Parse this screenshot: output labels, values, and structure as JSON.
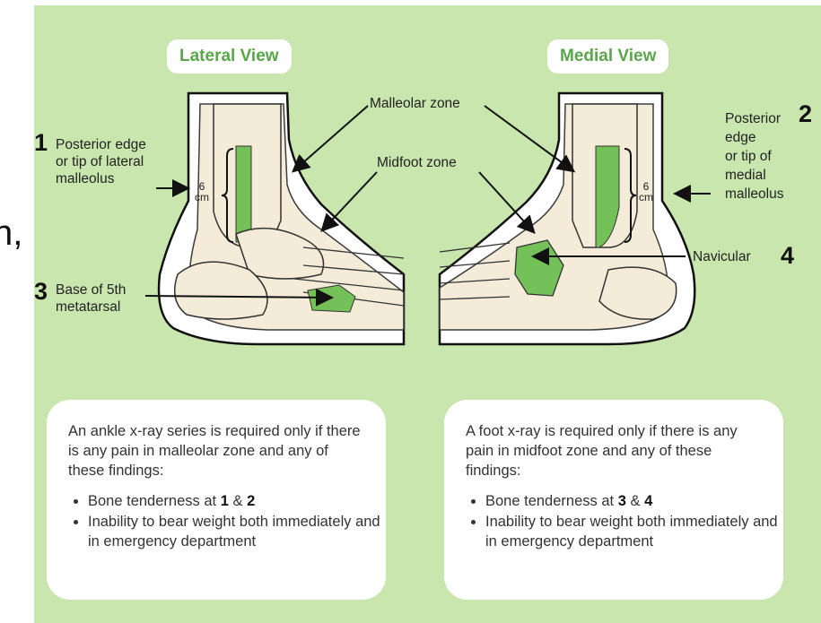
{
  "clipped_text": "n,",
  "views": {
    "lateral": "Lateral View",
    "medial": "Medial View"
  },
  "labels": {
    "malleolar_zone": "Malleolar zone",
    "midfoot_zone": "Midfoot zone",
    "six_cm": "6",
    "cm": "cm",
    "p1": {
      "number": "1",
      "text_lines": [
        "Posterior edge",
        "or tip of lateral",
        "malleolus"
      ]
    },
    "p2": {
      "number": "2",
      "text_lines": [
        "Posterior",
        "edge",
        "or tip of",
        "medial",
        "malleolus"
      ]
    },
    "p3": {
      "number": "3",
      "text_lines": [
        "Base of 5th",
        "metatarsal"
      ]
    },
    "p4": {
      "number": "4",
      "text": "Navicular"
    }
  },
  "ankle_box": {
    "intro": "An ankle x-ray series is required only if there is any pain in malleolar zone and any of these findings:",
    "bullet1_prefix": "Bone tenderness at ",
    "bullet1_a": "1",
    "bullet1_amp": " & ",
    "bullet1_b": "2",
    "bullet2": "Inability to bear weight both immediately and in emergency department"
  },
  "foot_box": {
    "intro": "A foot x-ray is required only if there is any pain in midfoot zone and any of these findings:",
    "bullet1_prefix": "Bone tenderness at ",
    "bullet1_a": "3",
    "bullet1_amp": " & ",
    "bullet1_b": "4",
    "bullet2": "Inability to bear weight both immediately and in emergency department"
  },
  "colors": {
    "panel": "#c8e6ad",
    "accent": "#5aa64a",
    "zone": "#74c159",
    "bone": "#f4ecd8"
  }
}
